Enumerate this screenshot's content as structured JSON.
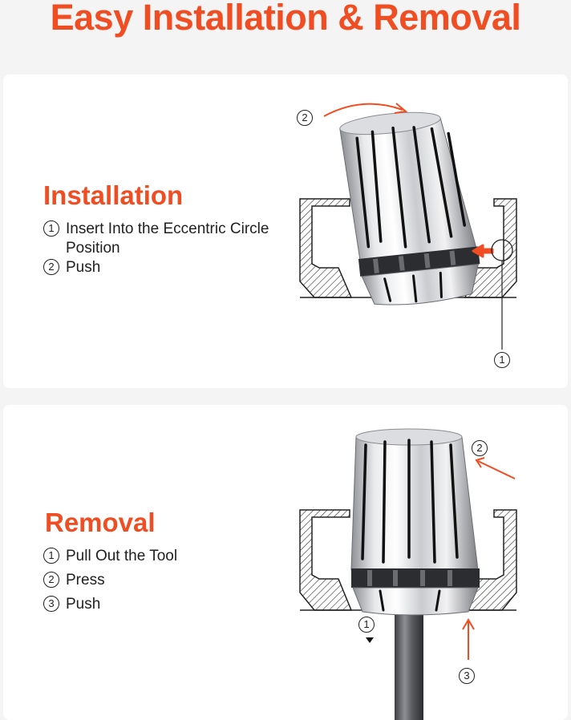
{
  "title": "Easy Installation & Removal",
  "installation": {
    "heading": "Installation",
    "steps": [
      {
        "num": "1",
        "text": "Insert Into the Eccentric Circle Position"
      },
      {
        "num": "2",
        "text": "Push"
      }
    ],
    "callouts": [
      "2",
      "1"
    ]
  },
  "removal": {
    "heading": "Removal",
    "steps": [
      {
        "num": "1",
        "text": "Pull Out the Tool"
      },
      {
        "num": "2",
        "text": "Press"
      },
      {
        "num": "3",
        "text": "Push"
      }
    ],
    "callouts": [
      "2",
      "1",
      "3"
    ]
  },
  "colors": {
    "accent": "#f04d23",
    "text": "#1f1f1f",
    "hatch": "#333333"
  }
}
